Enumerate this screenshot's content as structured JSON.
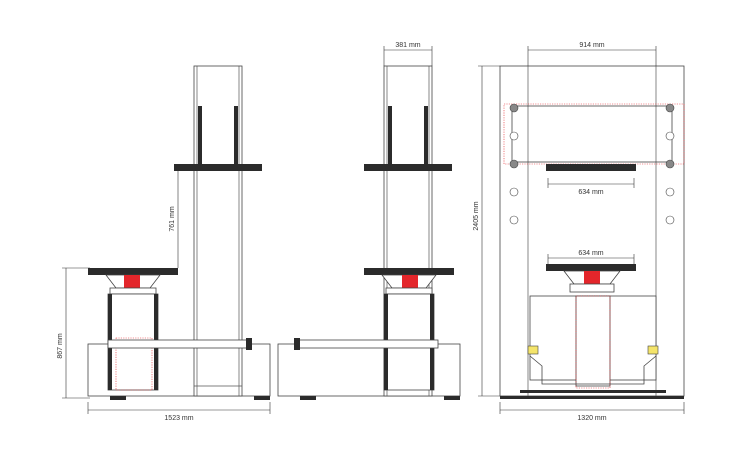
{
  "dimensions": {
    "side_height": "867 mm",
    "side_width": "1523 mm",
    "stroke": "761 mm",
    "column_width": "381 mm",
    "front_inner_width": "914 mm",
    "front_height": "2405 mm",
    "front_width": "1320 mm",
    "upper_platen": "634 mm",
    "lower_platen": "634 mm"
  },
  "colors": {
    "frame": "#444444",
    "beam": "#2b2b2b",
    "cylinder": "#e3262b",
    "hole_fill": "#888888"
  }
}
